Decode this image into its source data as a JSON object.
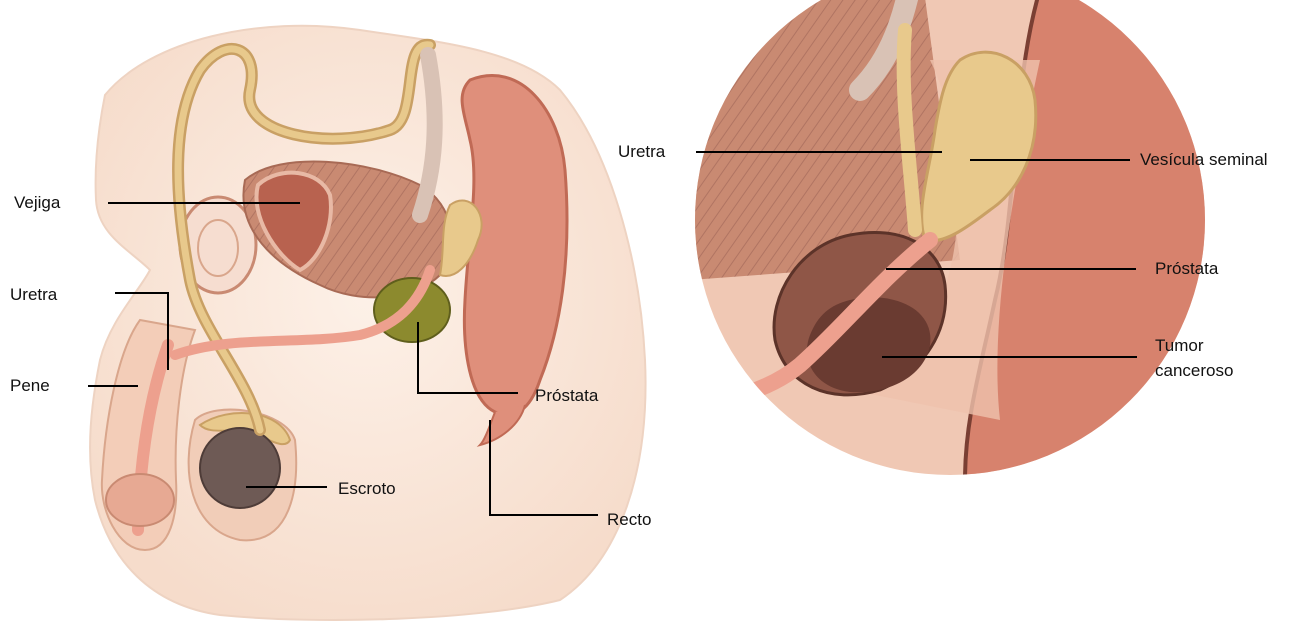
{
  "colors": {
    "skin_light": "#fbe9dc",
    "skin_mid": "#f4d1bc",
    "skin_outline": "#d8a98f",
    "muscle": "#c98a72",
    "muscle_dark": "#a86a55",
    "rectum": "#df8f7b",
    "vas": "#e8c98c",
    "vas_edge": "#c9a064",
    "urethra": "#eda08e",
    "prostate": "#8c8a2e",
    "tumor": "#7a4a3e",
    "testis": "#6e5a55",
    "leader": "#000000"
  },
  "left_figure": {
    "labels": {
      "bladder": "Vejiga",
      "urethra": "Uretra",
      "penis": "Pene",
      "prostate": "Próstata",
      "scrotum": "Escroto",
      "rectum": "Recto"
    }
  },
  "right_figure": {
    "labels": {
      "urethra": "Uretra",
      "seminal_vesicle": "Vesícula seminal",
      "prostate": "Próstata",
      "tumor_line1": "Tumor",
      "tumor_line2": "canceroso"
    }
  }
}
